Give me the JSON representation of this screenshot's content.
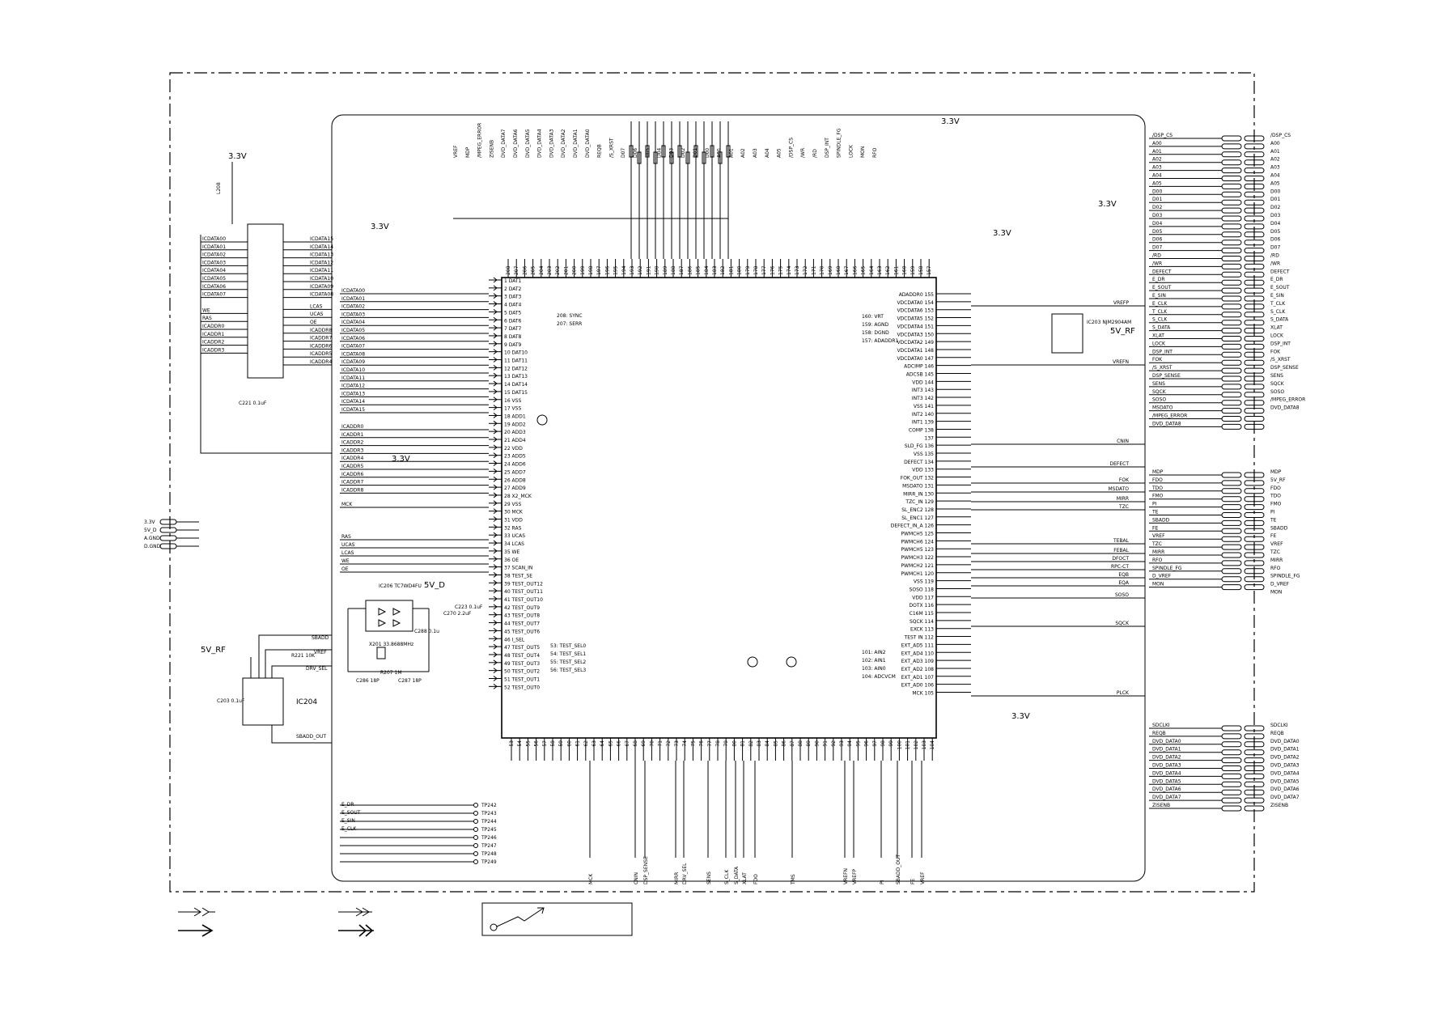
{
  "main_ic": {
    "left_pins": [
      "1 DAT1",
      "2 DAT2",
      "3 DAT3",
      "4 DAT4",
      "5 DAT5",
      "6 DAT6",
      "7 DAT7",
      "8 DAT8",
      "9 DAT9",
      "10 DAT10",
      "11 DAT11",
      "12 DAT12",
      "13 DAT13",
      "14 DAT14",
      "15 DAT15",
      "16 VSS",
      "17 VSS",
      "18 ADD1",
      "19 ADD2",
      "20 ADD3",
      "21 ADD4",
      "22 VDD",
      "23 ADD5",
      "24 ADD6",
      "25 ADD7",
      "26 ADD8",
      "27 ADD9",
      "28 X2_MCK",
      "29 VSS",
      "30 MCK",
      "31 VDD",
      "32 RAS",
      "33 UCAS",
      "34 LCAS",
      "35 WE",
      "36 OE",
      "37 SCAN_IN",
      "38 TEST_SE",
      "39 TEST_OUT12",
      "40 TEST_OUT11",
      "41 TEST_OUT10",
      "42 TEST_OUT9",
      "43 TEST_OUT8",
      "44 TEST_OUT7",
      "45 TEST_OUT6",
      "46 I_SEL",
      "47 TEST_OUT5",
      "48 TEST_OUT4",
      "49 TEST_OUT3",
      "50 TEST_OUT2",
      "51 TEST_OUT1",
      "52 TEST_OUT0"
    ],
    "right_pins": [
      "ADADDR0 155",
      "VDCDATA0 154",
      "VDCDATA6 153",
      "VDCDATA5 152",
      "VDCDATA4 151",
      "VDCDATA3 150",
      "VDCDATA2 149",
      "VDCDATA1 148",
      "VDCDATA0 147",
      "ADCIMP 146",
      "ADCSB 145",
      "VDD 144",
      "INT3 143",
      "INT3 142",
      "VSS 141",
      "INT2 140",
      "INT1 139",
      "COMP 138",
      "137",
      "SLD_FG 136",
      "VSS 135",
      "DEFECT 134",
      "VDD 133",
      "FOK_OUT 132",
      "MSDATO 131",
      "MIRR_IN 130",
      "TZC_IN 129",
      "SL_ENC2 128",
      "SL_ENC1 127",
      "DEFECT_IN_A 126",
      "PWMCH5 125",
      "PWMCH6 124",
      "PWMCH5 123",
      "PWMCH3 122",
      "PWMCH2 121",
      "PWMCH1 120",
      "VSS 119",
      "SOSO 118",
      "VDD 117",
      "DOTX 116",
      "C16M 115",
      "SQCK 114",
      "EXCK 113",
      "TEST IN 112",
      "EXT_AD5 111",
      "EXT_AD4 110",
      "EXT_AD3 109",
      "EXT_AD2 108",
      "EXT_AD1 107",
      "EXT_AD0 106",
      "MCK 105"
    ],
    "top_pins": [
      "208",
      "207",
      "206",
      "205",
      "204",
      "203",
      "202",
      "201",
      "200",
      "199",
      "198",
      "197",
      "196",
      "195",
      "194",
      "193",
      "192",
      "191",
      "190",
      "189",
      "188",
      "187",
      "186",
      "185",
      "184",
      "183",
      "182",
      "181",
      "180",
      "179",
      "178",
      "177",
      "176",
      "175",
      "174",
      "173",
      "172",
      "171",
      "170",
      "169",
      "168",
      "167",
      "166",
      "165",
      "164",
      "163",
      "162",
      "161",
      "160",
      "159",
      "158",
      "157"
    ],
    "bottom_pins": [
      "53",
      "54",
      "55",
      "56",
      "57",
      "58",
      "59",
      "60",
      "61",
      "62",
      "63",
      "64",
      "65",
      "66",
      "67",
      "68",
      "69",
      "70",
      "71",
      "72",
      "73",
      "74",
      "75",
      "76",
      "77",
      "78",
      "79",
      "80",
      "81",
      "82",
      "83",
      "84",
      "85",
      "86",
      "87",
      "88",
      "89",
      "90",
      "91",
      "92",
      "93",
      "94",
      "95",
      "96",
      "97",
      "98",
      "99",
      "100",
      "101",
      "102",
      "103",
      "104"
    ],
    "notes_left": [
      "208: SYNC",
      "207: SERR"
    ],
    "notes_mid": [
      "53: TEST_SEL0",
      "54: TEST_SEL1",
      "55: TEST_SEL2",
      "56: TEST_SEL3"
    ],
    "notes_right": [
      "160: VRT",
      "159: AGND",
      "158: DGND",
      "157: ADADDR1"
    ],
    "notes_bottom": [
      "101: AIN2",
      "102: AIN1",
      "103: AIN0",
      "104: ADCVCM"
    ]
  },
  "dram": {
    "left": [
      "ICDATA00",
      "ICDATA01",
      "ICDATA02",
      "ICDATA03",
      "ICDATA04",
      "ICDATA05",
      "ICDATA06",
      "ICDATA07",
      "WE",
      "RAS",
      "ICADDR0",
      "ICADDR1",
      "ICADDR2",
      "ICADDR3"
    ],
    "right": [
      "ICDATA15",
      "ICDATA14",
      "ICDATA13",
      "ICDATA12",
      "ICDATA11",
      "ICDATA10",
      "ICDATA09",
      "ICDATA08",
      "LCAS",
      "UCAS",
      "OE",
      "ICADDR8",
      "ICADDR7",
      "ICADDR6",
      "ICADDR5",
      "ICADDR4"
    ],
    "l208": "L208",
    "c221": "C221\n0.1uF"
  },
  "bus_labels": [
    "ICDATA00",
    "ICDATA01",
    "ICDATA02",
    "ICDATA03",
    "ICDATA04",
    "ICDATA05",
    "ICDATA06",
    "ICDATA07",
    "ICDATA08",
    "ICDATA09",
    "ICDATA10",
    "ICDATA11",
    "ICDATA12",
    "ICDATA13",
    "ICDATA14",
    "ICDATA15",
    "ICADDR0",
    "ICADDR1",
    "ICADDR2",
    "ICADDR3",
    "ICADDR4",
    "ICADDR5",
    "ICADDR6",
    "ICADDR7",
    "ICADDR8",
    "MCK",
    "RAS",
    "UCAS",
    "LCAS",
    "WE",
    "OE"
  ],
  "top_signals": [
    "VREF",
    "MDP",
    "/MPEG_ERROR",
    "ZISENB",
    "DVD_DATA7",
    "DVD_DATA6",
    "DVD_DATA5",
    "DVD_DATA4",
    "DVD_DATA3",
    "DVD_DATA2",
    "DVD_DATA1",
    "DVD_DATA0",
    "REQB",
    "/S_XRST",
    "D07",
    "D06",
    "D05",
    "D04",
    "D03",
    "D02",
    "D01",
    "D00",
    "A00",
    "A01",
    "A02",
    "A03",
    "A04",
    "A05",
    "/DSP_CS",
    "/WR",
    "/RD",
    "DSP_INT",
    "SPINDLE_FG",
    "LOCK",
    "MON",
    "RFO"
  ],
  "connector_left": [
    "/DSP_CS",
    "A00",
    "A01",
    "A02",
    "A03",
    "A04",
    "A05",
    "D00",
    "D01",
    "D02",
    "D03",
    "D04",
    "D05",
    "D06",
    "D07",
    "/RD",
    "/WR",
    "DEFECT",
    "E_DR",
    "E_SOUT",
    "E_SIN",
    "E_CLK",
    "T_CLK",
    "S_CLK",
    "S_DATA",
    "XLAT",
    "LOCK",
    "DSP_INT",
    "FOK",
    "/S_XRST",
    "DSP_SENSE",
    "SENS",
    "SQCK",
    "SOSO",
    "MSDATO",
    "/MPEG_ERROR",
    "DVD_DATA8"
  ],
  "connector_right": [
    "/DSP_CS",
    "A00",
    "A01",
    "A02",
    "A03",
    "A04",
    "A05",
    "D00",
    "D01",
    "D02",
    "D03",
    "D04",
    "D05",
    "D06",
    "D07",
    "/RD",
    "/WR",
    "DEFECT",
    "E_DR",
    "E_SOUT",
    "E_SIN",
    "T_CLK",
    "S_CLK",
    "S_DATA",
    "XLAT",
    "LOCK",
    "DSP_INT",
    "FOK",
    "/S_XRST",
    "DSP_SENSE",
    "SENS",
    "SQCK",
    "SOSO",
    "/MPEG_ERROR",
    "DVD_DATA8"
  ],
  "servo_left": [
    "MDP",
    "FDO",
    "TDO",
    "FMO",
    "PI",
    "TE",
    "SBADD",
    "FE",
    "VREF",
    "TZC",
    "MIRR",
    "RFO",
    "SPINDLE_FG",
    "D_VREF",
    "MON"
  ],
  "servo_right": [
    "MDP",
    "5V_RF",
    "FDO",
    "TDO",
    "FMO",
    "PI",
    "TE",
    "SBADD",
    "FE",
    "VREF",
    "TZC",
    "MIRR",
    "RFO",
    "SPINDLE_FG",
    "D_VREF",
    "MON"
  ],
  "dvd_left": [
    "SDCLKI",
    "REQB",
    "DVD_DATA0",
    "DVD_DATA1",
    "DVD_DATA2",
    "DVD_DATA3",
    "DVD_DATA4",
    "DVD_DATA5",
    "DVD_DATA6",
    "DVD_DATA7",
    "ZISENB"
  ],
  "dvd_right": [
    "SDCLKI",
    "REQB",
    "DVD_DATA0",
    "DVD_DATA1",
    "DVD_DATA2",
    "DVD_DATA3",
    "DVD_DATA4",
    "DVD_DATA5",
    "DVD_DATA6",
    "DVD_DATA7",
    "ZISENB"
  ],
  "power_conn": [
    "3.3V",
    "5V_D",
    "A.GND",
    "D.GND"
  ],
  "bottom_signals": [
    "MCK",
    "CNIN",
    "DSP_SENSE",
    "MIRR",
    "DRV_SEL",
    "SENS",
    "S_CLK",
    "S_DATA",
    "XLAT",
    "FDO",
    "TMS",
    "VREFN",
    "VREFP",
    "PI",
    "SBADD_OUT",
    "FE",
    "VREF"
  ],
  "test_points": [
    "TP242",
    "TP243",
    "TP244",
    "TP245",
    "TP246",
    "TP247",
    "TP248",
    "TP249"
  ],
  "test_signals": [
    "E_DR",
    "E_SOUT",
    "E_SIN",
    "E_CLK"
  ],
  "ic206": {
    "name": "IC206\nTC7WD4FU",
    "x": "X201\n33.8688MHz",
    "c286": "C286\n18P",
    "c287": "C287\n18P",
    "r207": "R207\n1M",
    "c288": "C288\n0.1u",
    "c270": "C270\n2.2uF",
    "c223": "C223\n0.1uF"
  },
  "ic204": {
    "name": "IC204",
    "sig1": "SBADD",
    "sig2": "VREF",
    "sig3": "DRV_SEL",
    "sig4": "SBADD_OUT",
    "r221": "R221\n10K",
    "c203": "C203\n0.1uF",
    "vrf": "5V_RF"
  },
  "ic203": {
    "name": "IC203\nNJM2904AM"
  },
  "voltages": {
    "v33": "3.3V",
    "v5d": "5V_D",
    "v5rf": "5V_RF"
  },
  "right_misc": [
    "CNIN",
    "DEFECT",
    "FOK",
    "MSDATO",
    "MIRR",
    "TZC",
    "TEBAL",
    "FEBAL",
    "DFOCT",
    "RPC-CT",
    "EQB",
    "EQA",
    "SOSO",
    "SQCK",
    "VREFP",
    "VREFN",
    "PLCK"
  ],
  "legend_box": ""
}
